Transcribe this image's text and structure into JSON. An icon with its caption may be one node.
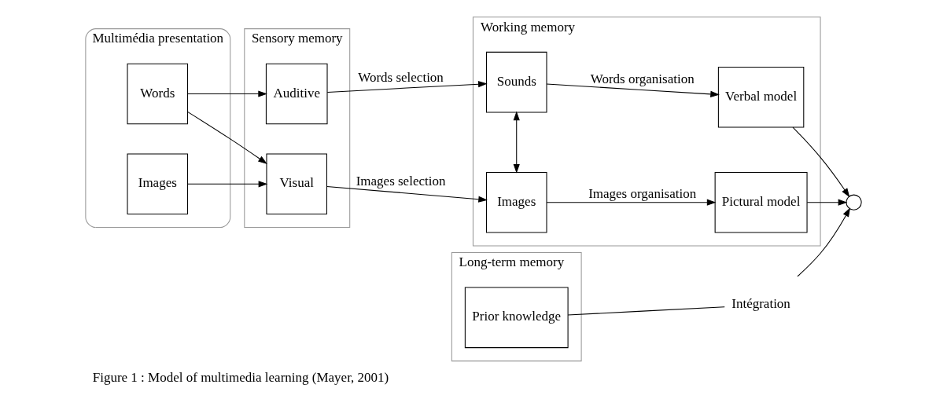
{
  "diagram": {
    "caption": "Figure 1 : Model of multimedia learning (Mayer, 2001)",
    "nodes": [
      {
        "text": [
          "Multimédia presentation"
        ]
      },
      {
        "text": [
          "Words"
        ],
        "in": 0
      },
      {
        "text": [
          "Images"
        ],
        "in": 0
      },
      {
        "text": [
          "Sensory memory"
        ]
      },
      {
        "text": [
          "Auditive"
        ],
        "in": 3
      },
      {
        "text": [
          "Visual"
        ],
        "in": 3
      },
      {
        "text": [
          "Working memory"
        ]
      },
      {
        "text": [
          "Sounds"
        ],
        "in": 6
      },
      {
        "text": [
          "Images"
        ],
        "in": 6
      },
      {
        "text": [
          "Verbal model"
        ],
        "in": 6
      },
      {
        "text": [
          "Pictural model"
        ],
        "in": 6
      },
      {
        "text": [],
        "shape": "circle"
      },
      {
        "text": [
          "Long-term memory"
        ]
      },
      {
        "text": [
          "Prior knowledge"
        ],
        "in": 12
      },
      {
        "text": [
          "Intégration"
        ]
      }
    ],
    "edges": [
      {
        "from": 1,
        "to": 4,
        "arrow": "to"
      },
      {
        "from": 1,
        "to": 5,
        "arrow": "to"
      },
      {
        "from": 2,
        "to": 5,
        "arrow": "to"
      },
      {
        "from": 4,
        "to": 7,
        "arrow": "to",
        "label": "Words selection"
      },
      {
        "from": 5,
        "to": 8,
        "arrow": "to",
        "label": "Images selection"
      },
      {
        "from": 7,
        "to": 8,
        "arrow": "both"
      },
      {
        "from": 7,
        "to": 9,
        "arrow": "to",
        "label": "Words organisation"
      },
      {
        "from": 8,
        "to": 10,
        "arrow": "to",
        "label": "Images organisation"
      },
      {
        "from": 9,
        "to": 11,
        "arrow": "to"
      },
      {
        "from": 10,
        "to": 11,
        "arrow": "to"
      },
      {
        "from": 14,
        "to": 11,
        "arrow": "to"
      },
      {
        "from": 13,
        "to": 14,
        "arrow": "none"
      }
    ]
  }
}
